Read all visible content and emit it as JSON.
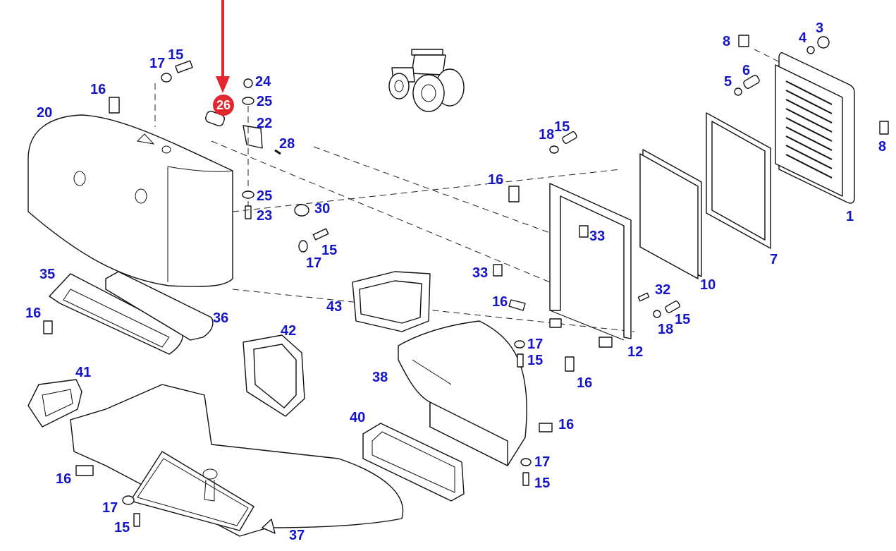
{
  "diagram": {
    "title": "Cab air filter and air duct assembly (exploded view)",
    "highlight": {
      "part_number": "26",
      "color": "#e0282e",
      "arrow_color": "#e0282e"
    },
    "label_color": "#1414c8",
    "icons": {
      "vehicle": "tractor-icon"
    },
    "labels": {
      "p1": "1",
      "p3": "3",
      "p4": "4",
      "p5": "5",
      "p6": "6",
      "p7": "7",
      "p8a": "8",
      "p8b": "8",
      "p10": "10",
      "p12": "12",
      "p15a": "15",
      "p15b": "15",
      "p15c": "15",
      "p15d": "15",
      "p15e": "15",
      "p15f": "15",
      "p15g": "15",
      "p16a": "16",
      "p16b": "16",
      "p16c": "16",
      "p16d": "16",
      "p16e": "16",
      "p16f": "16",
      "p16g": "16",
      "p17a": "17",
      "p17b": "17",
      "p17c": "17",
      "p17d": "17",
      "p17e": "17",
      "p18a": "18",
      "p18b": "18",
      "p20": "20",
      "p22": "22",
      "p23": "23",
      "p24": "24",
      "p25a": "25",
      "p25b": "25",
      "p26": "26",
      "p28": "28",
      "p30": "30",
      "p32": "32",
      "p33a": "33",
      "p33b": "33",
      "p35": "35",
      "p36": "36",
      "p37": "37",
      "p38": "38",
      "p40": "40",
      "p41": "41",
      "p42": "42",
      "p43": "43"
    }
  }
}
